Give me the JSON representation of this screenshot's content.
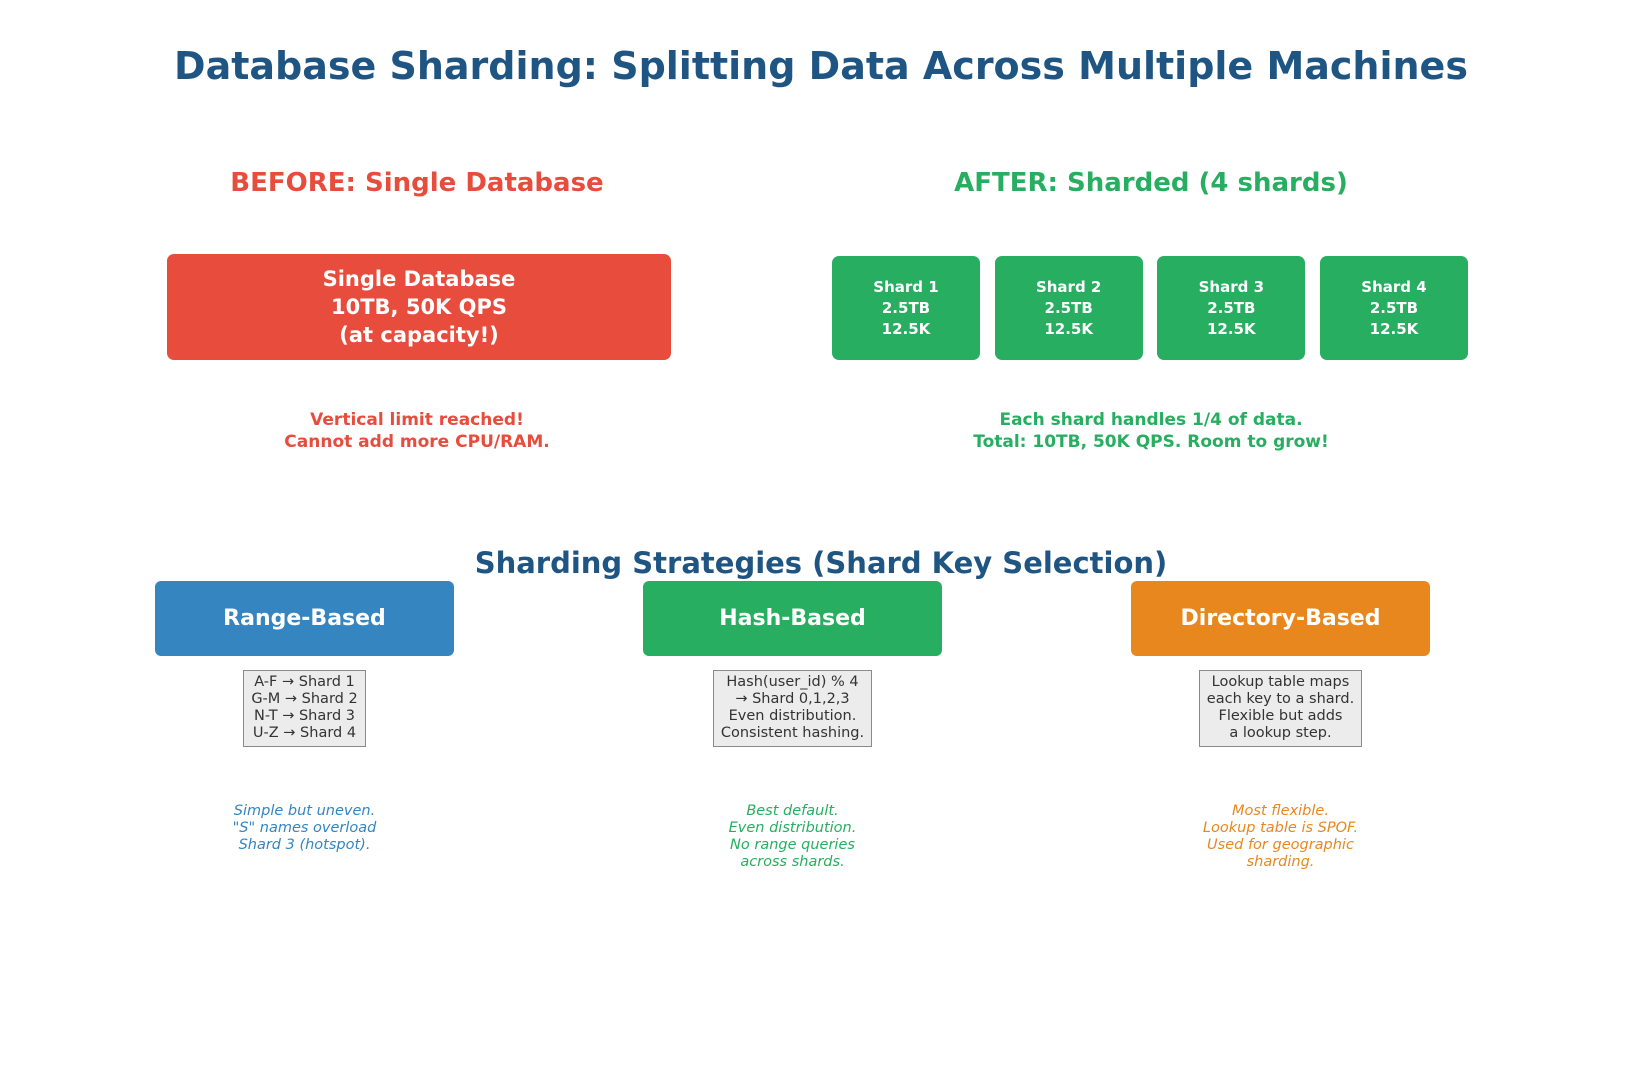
{
  "title": "Database Sharding: Splitting Data Across Multiple Machines",
  "colors": {
    "title": "#1f5582",
    "before": "#e74c3c",
    "after": "#27ae60",
    "range": "#3585c0",
    "hash": "#27ae60",
    "directory": "#e8871e"
  },
  "before": {
    "heading": "BEFORE: Single Database",
    "box": {
      "name": "Single Database",
      "capacity": "10TB, 50K QPS",
      "status": "(at capacity!)"
    },
    "caption": {
      "line1": "Vertical limit reached!",
      "line2": "Cannot add more CPU/RAM."
    }
  },
  "after": {
    "heading": "AFTER: Sharded (4 shards)",
    "shards": [
      {
        "name": "Shard 1",
        "size": "2.5TB",
        "qps": "12.5K"
      },
      {
        "name": "Shard 2",
        "size": "2.5TB",
        "qps": "12.5K"
      },
      {
        "name": "Shard 3",
        "size": "2.5TB",
        "qps": "12.5K"
      },
      {
        "name": "Shard 4",
        "size": "2.5TB",
        "qps": "12.5K"
      }
    ],
    "caption": {
      "line1": "Each shard handles 1/4 of data.",
      "line2": "Total: 10TB, 50K QPS. Room to grow!"
    }
  },
  "strategies": {
    "title": "Sharding Strategies (Shard Key Selection)",
    "items": [
      {
        "label": "Range-Based",
        "color": "#3585c0",
        "detail": [
          "A-F → Shard 1",
          "G-M → Shard 2",
          "N-T → Shard 3",
          "U-Z → Shard 4"
        ],
        "note": [
          "Simple but uneven.",
          "\"S\" names overload",
          "Shard 3 (hotspot)."
        ]
      },
      {
        "label": "Hash-Based",
        "color": "#27ae60",
        "detail": [
          "Hash(user_id) % 4",
          "→ Shard 0,1,2,3",
          "Even distribution.",
          "Consistent hashing."
        ],
        "note": [
          "Best default.",
          "Even distribution.",
          "No range queries",
          "across shards."
        ]
      },
      {
        "label": "Directory-Based",
        "color": "#e8871e",
        "detail": [
          "Lookup table maps",
          "each key to a shard.",
          "Flexible but adds",
          "a lookup step."
        ],
        "note": [
          "Most flexible.",
          "Lookup table is SPOF.",
          "Used for geographic",
          "sharding."
        ]
      }
    ]
  }
}
